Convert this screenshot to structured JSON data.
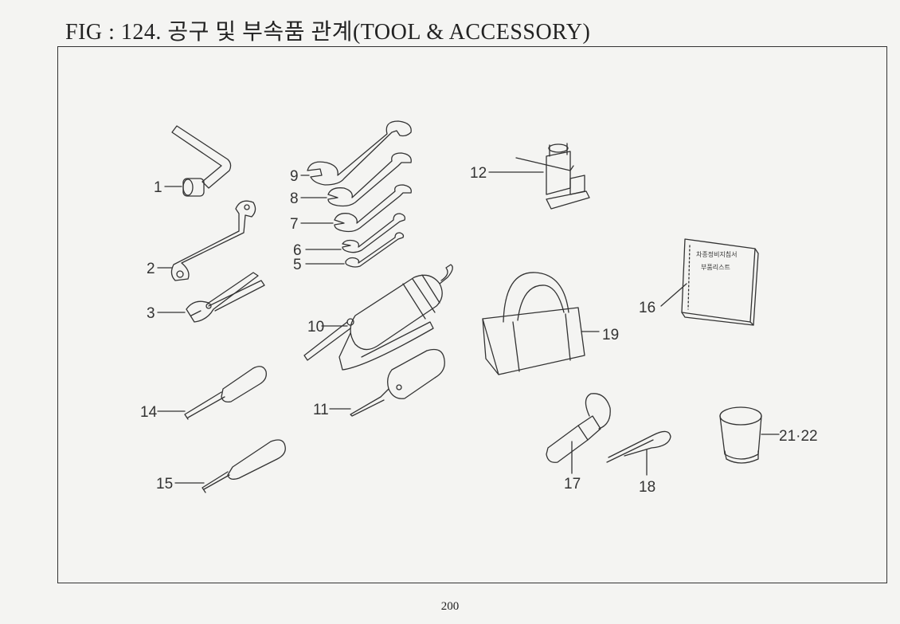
{
  "title": "FIG : 124. 공구 및 부속품 관계(TOOL & ACCESSORY)",
  "page_number": "200",
  "book_text": {
    "line1": "차종정비지침서",
    "line2": "부품리스트"
  },
  "callouts": [
    {
      "id": "c1",
      "text": "1"
    },
    {
      "id": "c2",
      "text": "2"
    },
    {
      "id": "c3",
      "text": "3"
    },
    {
      "id": "c5",
      "text": "5"
    },
    {
      "id": "c6",
      "text": "6"
    },
    {
      "id": "c7",
      "text": "7"
    },
    {
      "id": "c8",
      "text": "8"
    },
    {
      "id": "c9",
      "text": "9"
    },
    {
      "id": "c10",
      "text": "10"
    },
    {
      "id": "c11",
      "text": "11"
    },
    {
      "id": "c12",
      "text": "12"
    },
    {
      "id": "c14",
      "text": "14"
    },
    {
      "id": "c15",
      "text": "15"
    },
    {
      "id": "c16",
      "text": "16"
    },
    {
      "id": "c17",
      "text": "17"
    },
    {
      "id": "c18",
      "text": "18"
    },
    {
      "id": "c19",
      "text": "19"
    },
    {
      "id": "c2122",
      "text": "21·22"
    }
  ]
}
